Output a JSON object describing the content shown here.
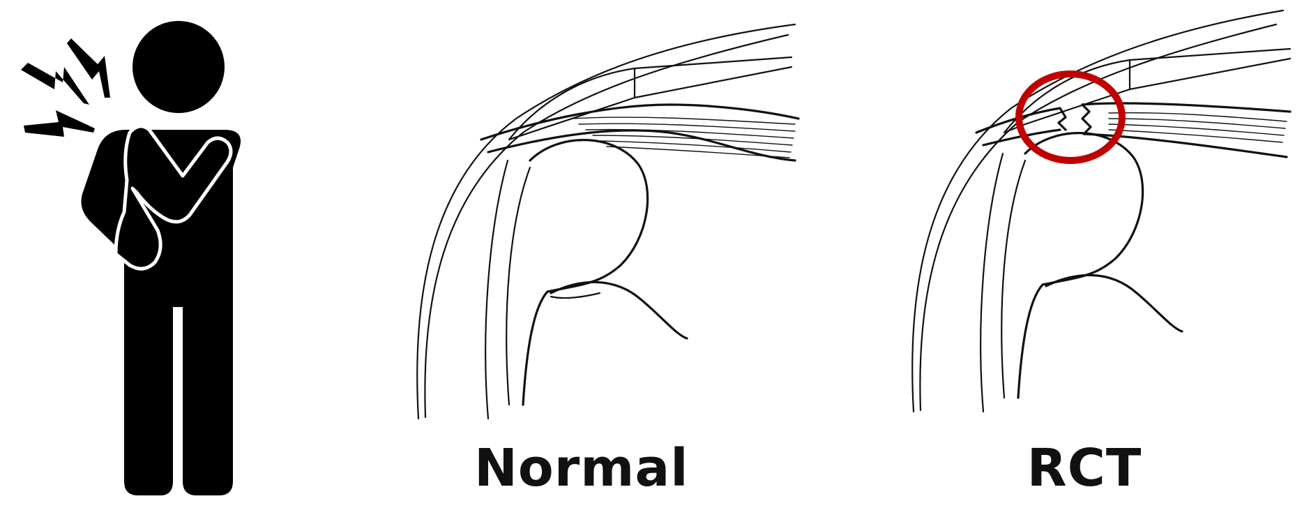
{
  "figure": {
    "icon": "person-shoulder-pain-icon",
    "pain_icon": "lightning-bolt-icon"
  },
  "panels": {
    "normal": {
      "label": "Normal",
      "illustration": "shoulder-anatomy-normal"
    },
    "rct": {
      "label": "RCT",
      "illustration": "shoulder-anatomy-rotator-cuff-tear",
      "highlight_color": "#c00000"
    }
  },
  "colors": {
    "ink": "#111111",
    "background": "#ffffff",
    "highlight": "#c00000"
  }
}
